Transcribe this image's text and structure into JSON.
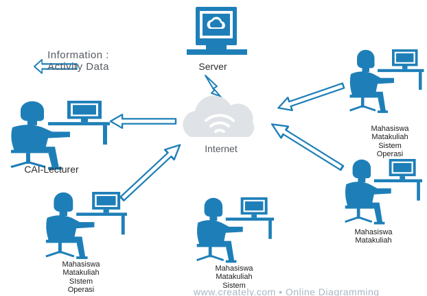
{
  "info": {
    "line1": "Information :",
    "line2": "Activity Data"
  },
  "server": {
    "label": "Server"
  },
  "internet": {
    "label": "Internet"
  },
  "lecturer": {
    "label": "CAI-Lecturer"
  },
  "students": {
    "top_right": [
      "Mahasiswa",
      "Matakuliah",
      "Sistem",
      "Operasi"
    ],
    "right": [
      "Mahasiswa",
      "Matakuliah"
    ],
    "bottom_left": [
      "Mahasiswa",
      "Matakuliah",
      "SIstem",
      "Operasi"
    ],
    "bottom_middle": [
      "Mahasiswa",
      "Matakuliah",
      "Sistem"
    ]
  },
  "watermark": "www.creately.com • Online Diagramming",
  "icons": {
    "server": "server-computer-icon",
    "cloud": "cloud-wifi-icon",
    "lightning": "lightning-bolt-icon",
    "person": "person-at-computer-icon",
    "arrow": "hollow-arrow-icon"
  },
  "colors": {
    "primary": "#1e7fb8",
    "cloud": "#dfe2e6",
    "text": "#2b2b2b"
  }
}
